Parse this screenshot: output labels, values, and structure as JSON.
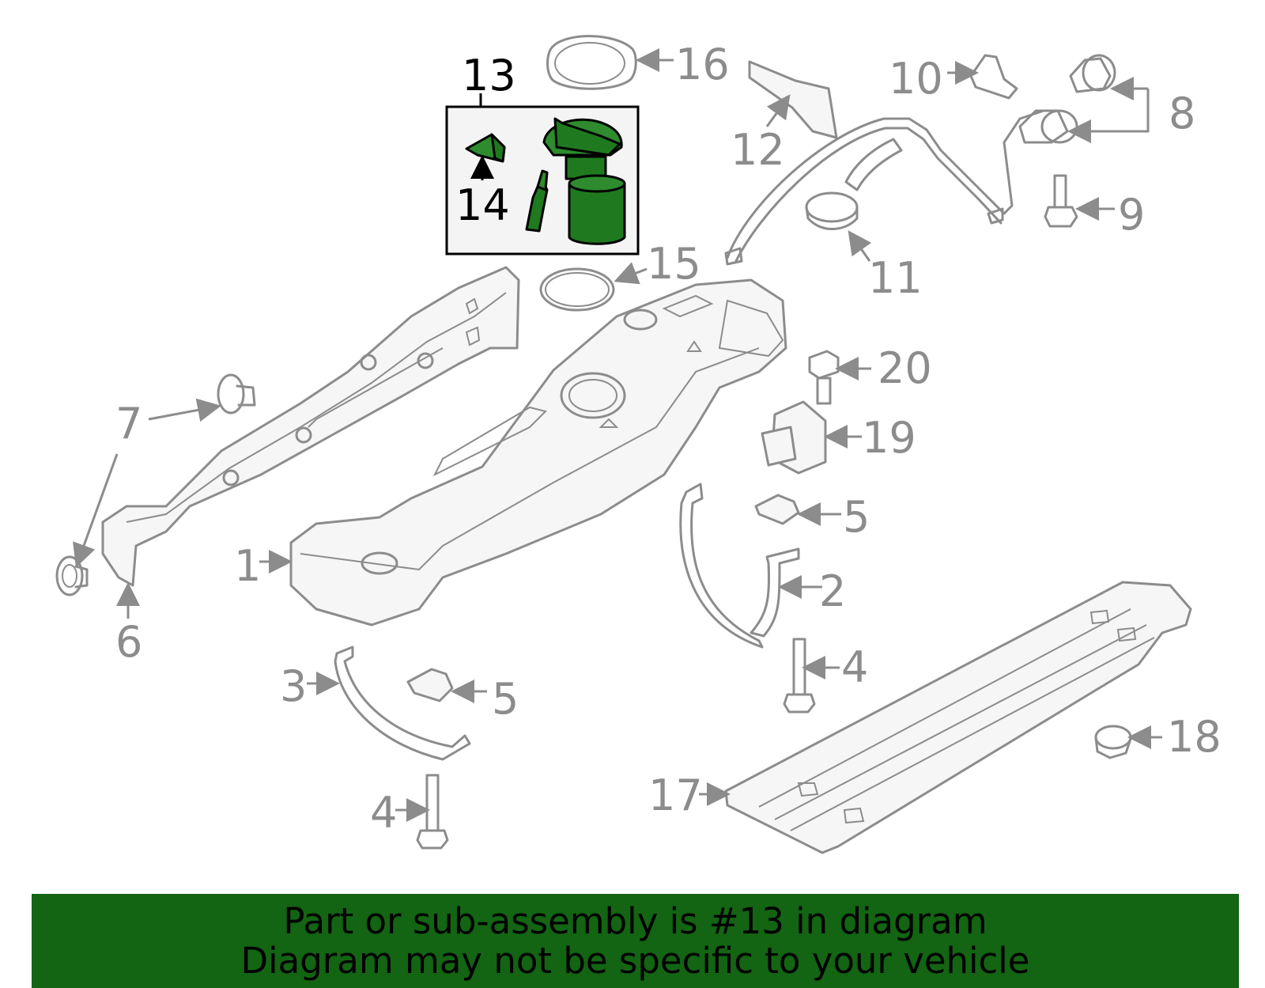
{
  "diagram": {
    "callouts": {
      "c1": "1",
      "c2": "2",
      "c3": "3",
      "c4a": "4",
      "c4b": "4",
      "c5a": "5",
      "c5b": "5",
      "c6": "6",
      "c7": "7",
      "c8": "8",
      "c9": "9",
      "c10": "10",
      "c11": "11",
      "c12": "12",
      "c13": "13",
      "c14": "14",
      "c15": "15",
      "c16": "16",
      "c17": "17",
      "c18": "18",
      "c19": "19",
      "c20": "20"
    },
    "highlight_color": "#1f7a1f",
    "highlighted_part": "13"
  },
  "banner": {
    "line1": "Part or sub-assembly is #13 in diagram",
    "line2": "Diagram may not be specific to your vehicle",
    "background": "#136413"
  }
}
